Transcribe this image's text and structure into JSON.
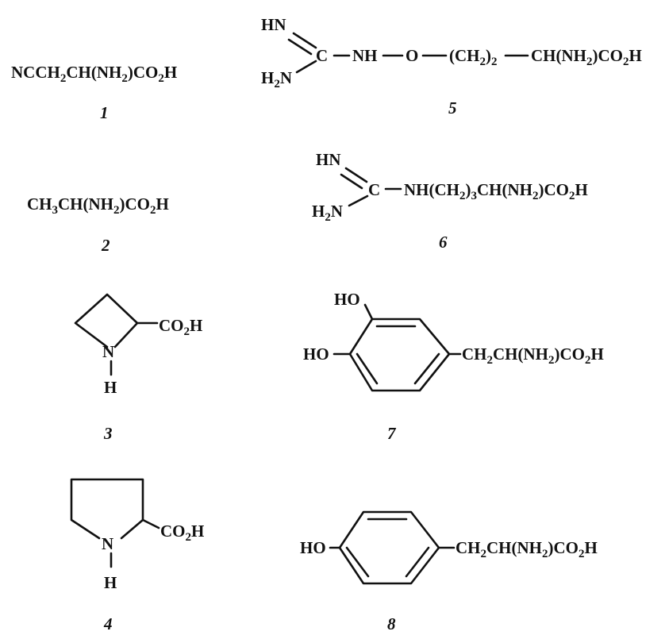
{
  "compounds": {
    "c1": {
      "number": "1",
      "formula": [
        "NCCH",
        "2",
        "CH(NH",
        "2",
        ")CO",
        "2",
        "H"
      ]
    },
    "c2": {
      "number": "2",
      "formula": [
        "CH",
        "3",
        "CH(NH",
        "2",
        ")CO",
        "2",
        "H"
      ]
    },
    "c3": {
      "number": "3",
      "n": "N",
      "h": "H",
      "group": [
        "CO",
        "2",
        "H"
      ]
    },
    "c4": {
      "number": "4",
      "n": "N",
      "h": "H",
      "group": [
        "CO",
        "2",
        "H"
      ]
    },
    "c5": {
      "number": "5",
      "hn": "HN",
      "h2n": [
        "H",
        "2",
        "N"
      ],
      "c": "C",
      "chain": [
        "NH",
        "O",
        "(CH",
        "2",
        ")",
        "2",
        "CH(NH",
        "2",
        ")CO",
        "2",
        "H"
      ]
    },
    "c6": {
      "number": "6",
      "hn": "HN",
      "h2n": [
        "H",
        "2",
        "N"
      ],
      "c": "C",
      "chain": [
        "NH(CH",
        "2",
        ")",
        "3",
        "CH(NH",
        "2",
        ")CO",
        "2",
        "H"
      ]
    },
    "c7": {
      "number": "7",
      "ho_top": "HO",
      "ho_left": "HO",
      "side": [
        "CH",
        "2",
        "CH(NH",
        "2",
        ")CO",
        "2",
        "H"
      ]
    },
    "c8": {
      "number": "8",
      "ho": "HO",
      "side": [
        "CH",
        "2",
        "CH(NH",
        "2",
        ")CO",
        "2",
        "H"
      ]
    }
  }
}
